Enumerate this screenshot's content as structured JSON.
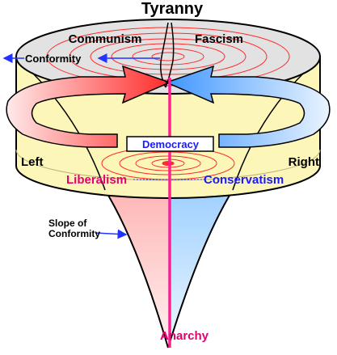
{
  "title": "Tyranny",
  "labels": {
    "communism": "Communism",
    "fascism": "Fascism",
    "conformity": "Conformity",
    "democracy": "Democracy",
    "left": "Left",
    "right": "Right",
    "liberalism": "Liberalism",
    "conservatism": "Conservatism",
    "slope_line1": "Slope of",
    "slope_line2": "Conformity",
    "anarchy": "Anarchy"
  },
  "colors": {
    "cylinder_fill": "#fcf6b8",
    "top_ellipse": "#e2e2e2",
    "rings": "#ff2a2a",
    "axis": "#ff1f8e",
    "left_arrow": "#ff2a2a",
    "right_arrow": "#5aaaff",
    "democracy_text": "#1a1aff",
    "liberalism_text": "#e5006f",
    "conservatism_text": "#1a1aff",
    "anarchy_text": "#e5006f",
    "pointer_arrow": "#2233ff"
  }
}
